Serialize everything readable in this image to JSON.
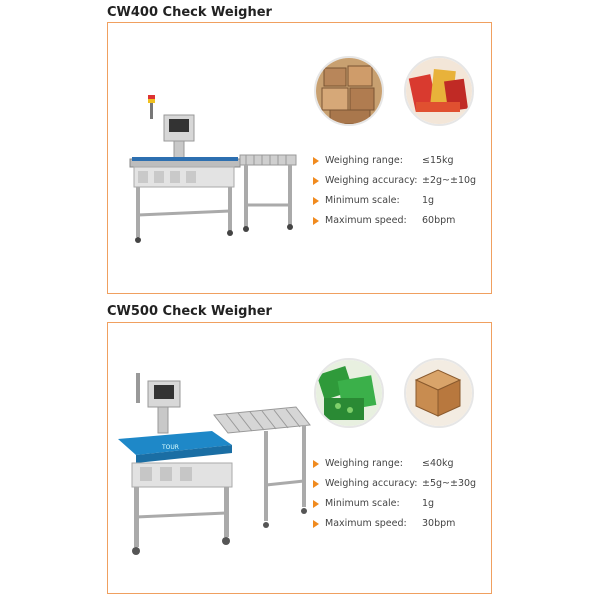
{
  "products": [
    {
      "title": "CW400 Check Weigher",
      "specs": [
        {
          "label": "Weighing range:",
          "value": "≤15kg"
        },
        {
          "label": "Weighing accuracy:",
          "value": "±2g~±10g"
        },
        {
          "label": "Minimum scale:",
          "value": "1g"
        },
        {
          "label": "Maximum speed:",
          "value": "60bpm"
        }
      ],
      "thumbnails": [
        "cardboard-boxes-photo",
        "packaged-snacks-photo"
      ]
    },
    {
      "title": "CW500 Check Weigher",
      "specs": [
        {
          "label": "Weighing range:",
          "value": "≤40kg"
        },
        {
          "label": "Weighing accuracy:",
          "value": "±5g~±30g"
        },
        {
          "label": "Minimum scale:",
          "value": "1g"
        },
        {
          "label": "Maximum speed:",
          "value": "30bpm"
        }
      ],
      "thumbnails": [
        "frozen-vegetable-bags-photo",
        "open-cardboard-boxes-photo"
      ]
    }
  ],
  "colors": {
    "accent": "#f08a1e",
    "border": "#f0a060",
    "conveyor_blue": "#1e88c8"
  }
}
